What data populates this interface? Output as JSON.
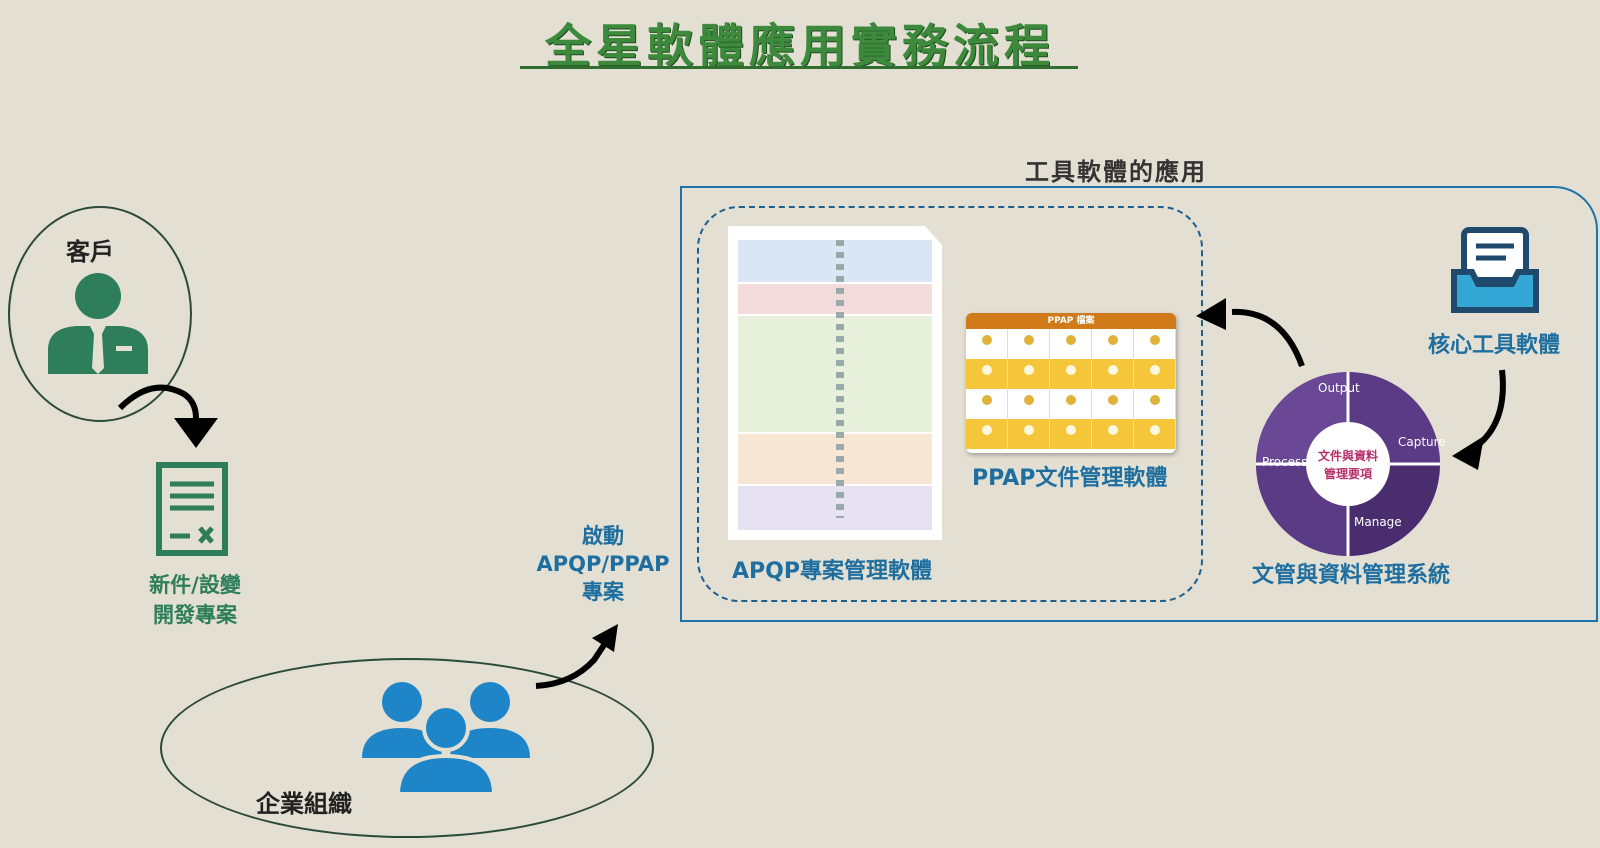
{
  "page_title": "全星軟體應用實務流程",
  "customer": {
    "label": "客戶",
    "icon": "businessman-icon"
  },
  "new_project": {
    "line1": "新件/設變",
    "line2": "開發專案",
    "icon": "document-icon"
  },
  "organization": {
    "label": "企業組織",
    "icon": "group-people-icon"
  },
  "launch": {
    "line1": "啟動",
    "line2": "APQP/PPAP",
    "line3": "專案"
  },
  "tools": {
    "heading": "工具軟體的應用",
    "apqp_label": "APQP專案管理軟體",
    "ppap_label": "PPAP文件管理軟體",
    "ppap_header": "PPAP 檔案",
    "core_label": "核心工具軟體",
    "doc_system_label": "文管與資料管理系統",
    "wheel": {
      "center_line1": "文件與資料",
      "center_line2": "管理要項",
      "segments": [
        "Output",
        "Capture",
        "Manage",
        "Process"
      ]
    }
  },
  "colors": {
    "background": "#e3dfd2",
    "title_green": "#3d8a3d",
    "icon_green": "#2e7d5b",
    "accent_blue": "#1e6fa0",
    "wheel_purple": "#4a2d6e"
  }
}
